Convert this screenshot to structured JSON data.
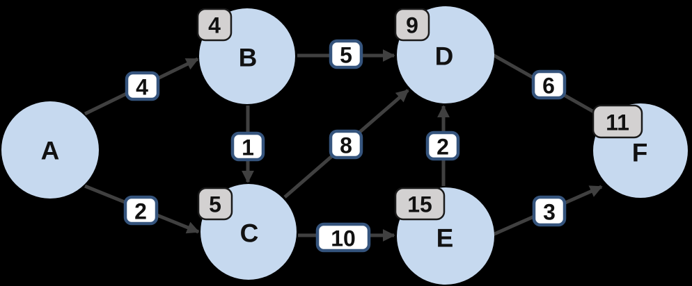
{
  "diagram": {
    "title": "weighted-directed-graph",
    "colors": {
      "background": "#000000",
      "node_fill": "#c6d9ef",
      "edge": "#404040",
      "weight_badge_fill": "#ffffff",
      "weight_badge_border": "#35547d",
      "distance_badge_fill": "#d3d1d1",
      "distance_badge_border": "#1a1a1a"
    },
    "nodes": {
      "A": {
        "label": "A"
      },
      "B": {
        "label": "B",
        "distance": "4"
      },
      "C": {
        "label": "C",
        "distance": "5"
      },
      "D": {
        "label": "D",
        "distance": "9"
      },
      "E": {
        "label": "E",
        "distance": "15"
      },
      "F": {
        "label": "F",
        "distance": "11"
      }
    },
    "edges": {
      "A-B": {
        "from": "A",
        "to": "B",
        "weight": "4"
      },
      "A-C": {
        "from": "A",
        "to": "C",
        "weight": "2"
      },
      "B-C": {
        "from": "B",
        "to": "C",
        "weight": "1"
      },
      "B-D": {
        "from": "B",
        "to": "D",
        "weight": "5"
      },
      "C-D": {
        "from": "C",
        "to": "D",
        "weight": "8"
      },
      "C-E": {
        "from": "C",
        "to": "E",
        "weight": "10"
      },
      "E-D": {
        "from": "E",
        "to": "D",
        "weight": "2"
      },
      "D-F": {
        "from": "D",
        "to": "F",
        "weight": "6"
      },
      "E-F": {
        "from": "E",
        "to": "F",
        "weight": "3"
      }
    }
  }
}
